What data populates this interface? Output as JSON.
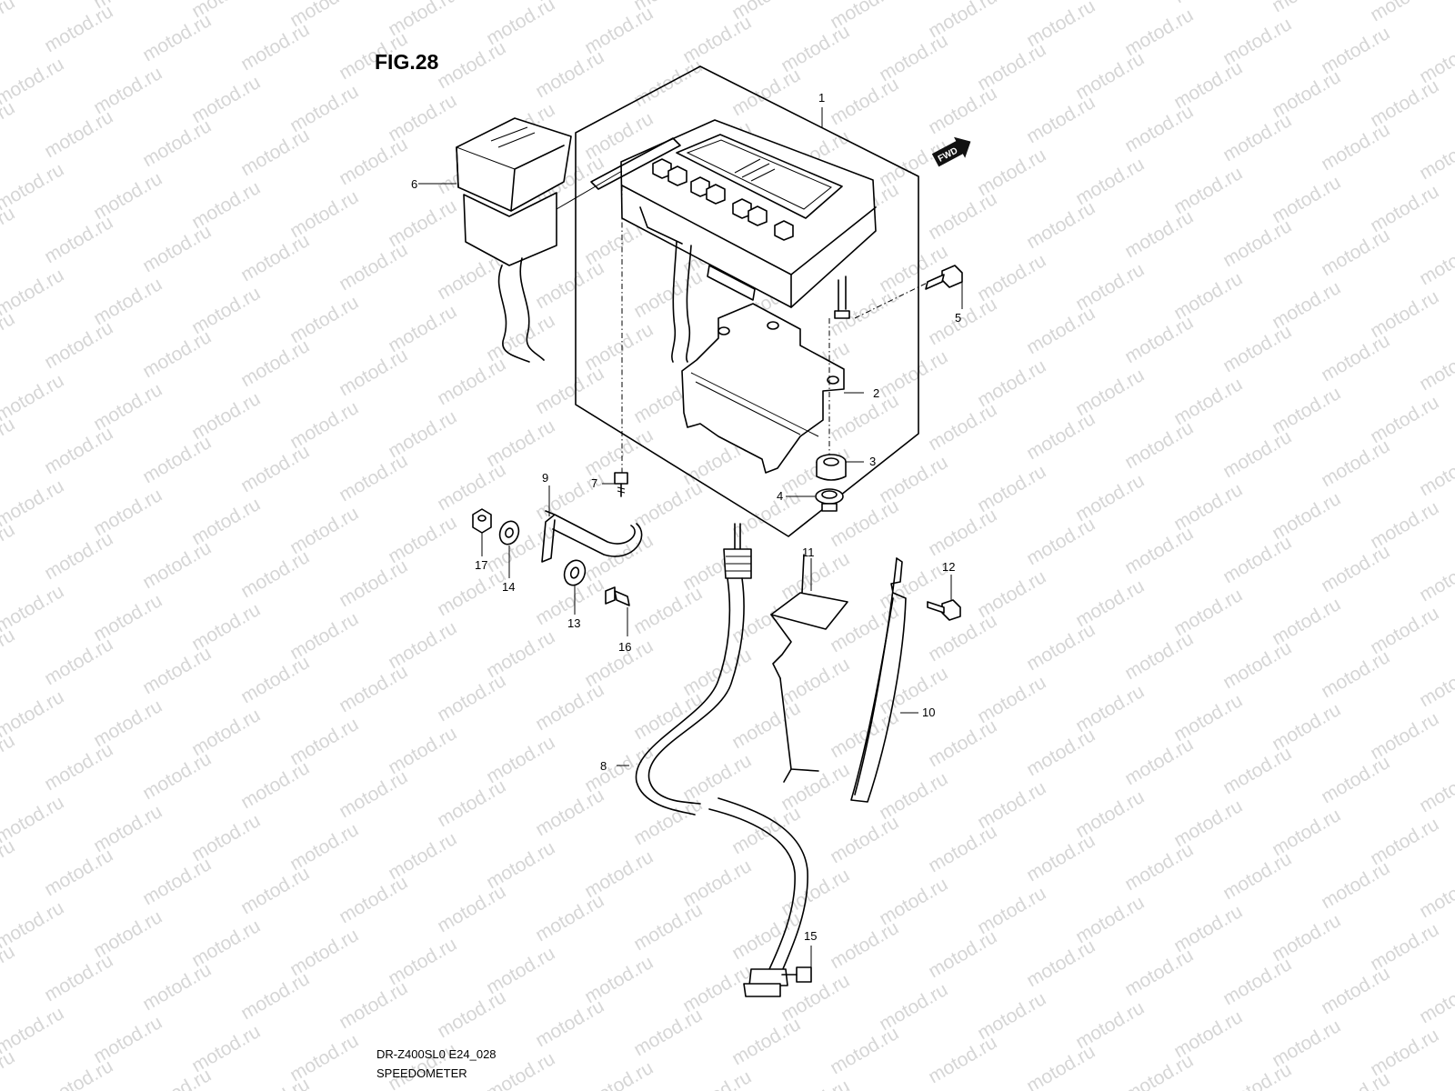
{
  "watermark": {
    "text": "motod.ru",
    "color": "#d6d6d6"
  },
  "figure": {
    "title": "FIG.28"
  },
  "direction_badge": {
    "text": "FWD",
    "icon": "arrow-right-icon"
  },
  "callouts": [
    "1",
    "2",
    "3",
    "4",
    "5",
    "6",
    "7",
    "8",
    "9",
    "10",
    "11",
    "12",
    "13",
    "14",
    "15",
    "16",
    "17"
  ],
  "caption": {
    "model_code": "DR-Z400SL0 E24_028",
    "name": "SPEEDOMETER"
  }
}
